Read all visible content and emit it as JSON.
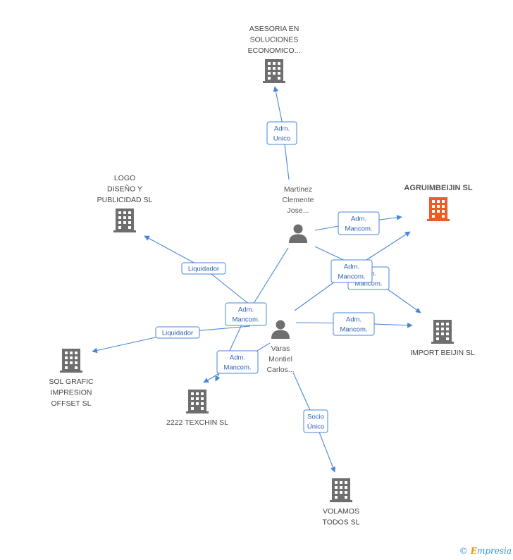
{
  "colors": {
    "edge": "#4a86d8",
    "company": "#6e6e6e",
    "company_primary": "#f05a28",
    "person": "#6e6e6e"
  },
  "companies": [
    {
      "id": "asesoria",
      "lines": [
        "ASESORIA EN",
        "SOLUCIONES",
        "ECONOMICO..."
      ],
      "primary": false
    },
    {
      "id": "agruimbeijin",
      "lines": [
        "AGRUIMBEIJIN SL"
      ],
      "primary": true
    },
    {
      "id": "logo",
      "lines": [
        "LOGO",
        "DISEÑO Y",
        "PUBLICIDAD SL"
      ],
      "primary": false
    },
    {
      "id": "import",
      "lines": [
        "IMPORT BEIJIN SL"
      ],
      "primary": false
    },
    {
      "id": "solgrafic",
      "lines": [
        "SOL GRAFIC",
        "IMPRESION",
        "OFFSET SL"
      ],
      "primary": false
    },
    {
      "id": "texchin",
      "lines": [
        "2222 TEXCHIN SL"
      ],
      "primary": false
    },
    {
      "id": "volamos",
      "lines": [
        "VOLAMOS",
        "TODOS SL"
      ],
      "primary": false
    }
  ],
  "persons": [
    {
      "id": "martinez",
      "lines": [
        "Martinez",
        "Clemente",
        "Jose..."
      ]
    },
    {
      "id": "varas",
      "lines": [
        "Varas",
        "Montiel",
        "Carlos..."
      ]
    }
  ],
  "relations": [
    {
      "id": "r1",
      "lines": [
        "Adm.",
        "Unico"
      ]
    },
    {
      "id": "r2",
      "lines": [
        "Adm.",
        "Mancom."
      ]
    },
    {
      "id": "r3",
      "lines": [
        "Liquidador"
      ]
    },
    {
      "id": "r4",
      "lines": [
        "Adm.",
        "Mancom."
      ]
    },
    {
      "id": "r5",
      "lines": [
        "Adm.",
        "Mancom."
      ]
    },
    {
      "id": "r6",
      "lines": [
        "Adm.",
        "Mancom."
      ]
    },
    {
      "id": "r7",
      "lines": [
        "Adm.",
        "Mancom."
      ]
    },
    {
      "id": "r8",
      "lines": [
        "Liquidador"
      ]
    },
    {
      "id": "r9",
      "lines": [
        "Adm.",
        "Mancom."
      ]
    },
    {
      "id": "r10",
      "lines": [
        "Socio",
        "Único"
      ]
    }
  ],
  "footer": {
    "copyright": "©",
    "brand_initial": "E",
    "brand_rest": "mpresia"
  }
}
